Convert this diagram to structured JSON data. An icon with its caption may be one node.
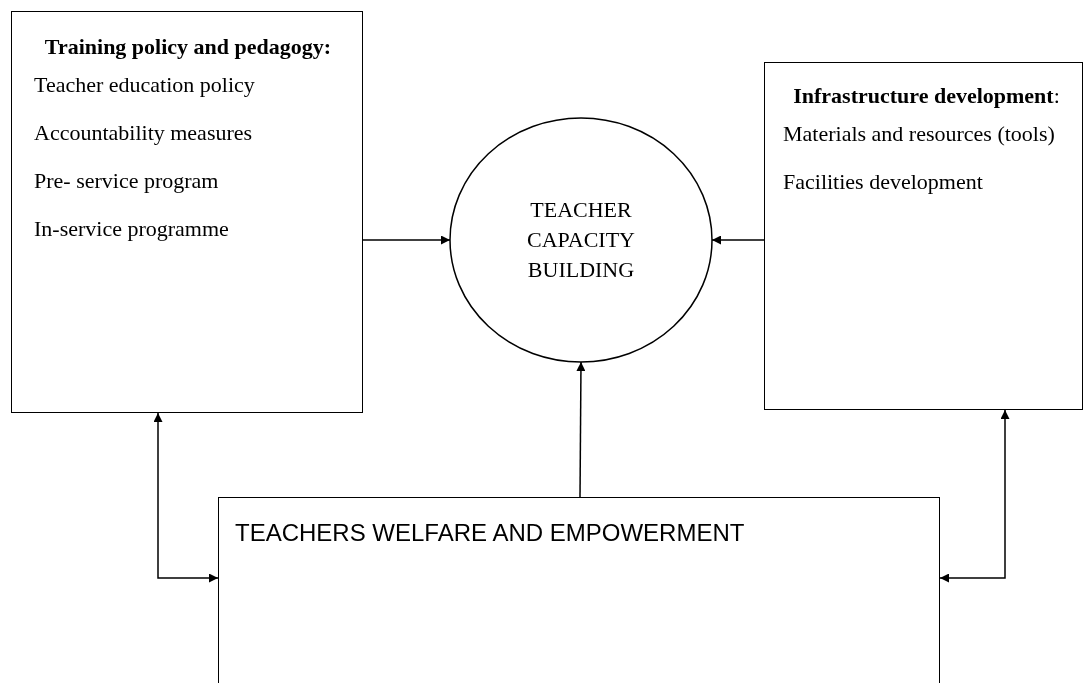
{
  "diagram": {
    "nodes": [
      {
        "text": [
          "Training policy and pedagogy:",
          "Teacher education policy",
          "Accountability measures",
          "Pre- service program",
          "In-service programme"
        ]
      },
      {
        "text": [
          "TEACHER CAPACITY BUILDING"
        ]
      },
      {
        "text": [
          "**Infrastructure development**:",
          "Materials and resources (tools)",
          "Facilities development"
        ]
      },
      {
        "text": [
          "TEACHERS WELFARE AND EMPOWERMENT"
        ]
      }
    ],
    "edges": [
      {
        "from": 0,
        "to": 1,
        "arrow": "to"
      },
      {
        "from": 2,
        "to": 1,
        "arrow": "to"
      },
      {
        "from": 3,
        "to": 1,
        "arrow": "to"
      },
      {
        "from": 3,
        "to": 0,
        "arrow": "both"
      },
      {
        "from": 3,
        "to": 2,
        "arrow": "both"
      }
    ]
  }
}
